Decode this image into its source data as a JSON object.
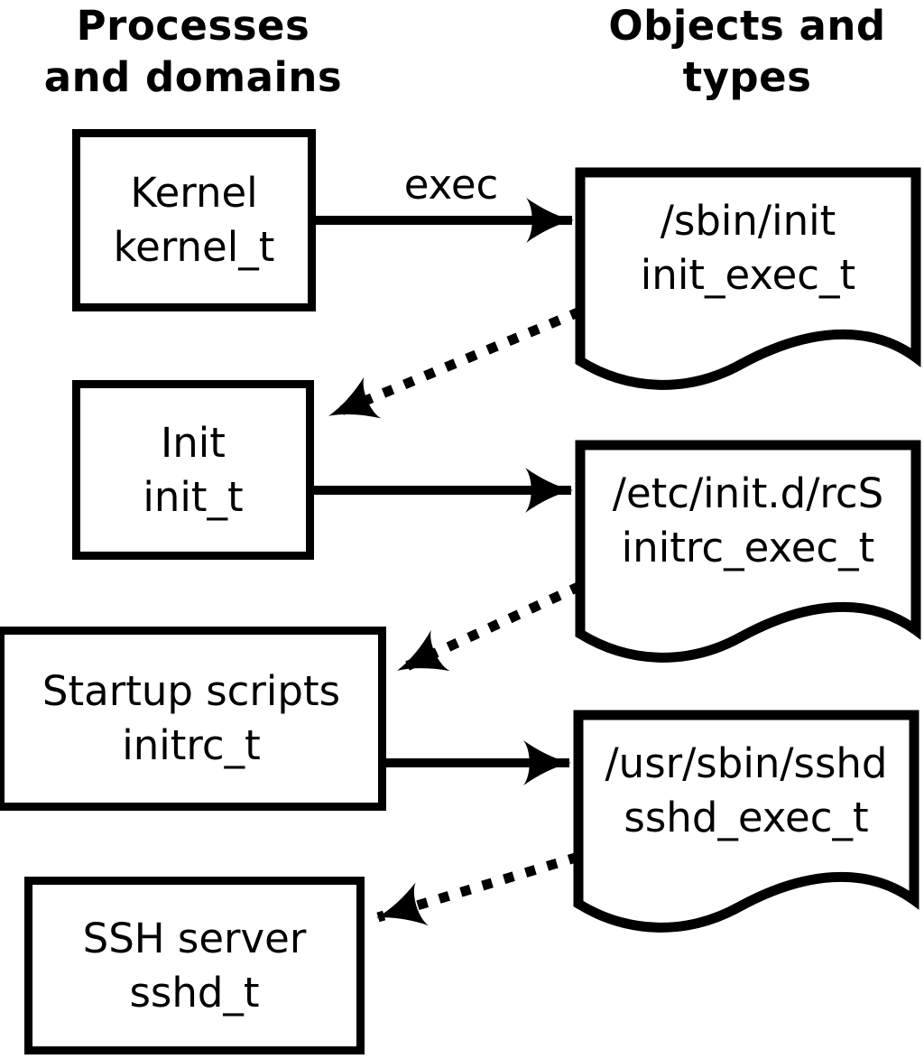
{
  "headings": {
    "left": {
      "line1": "Processes",
      "line2": "and domains"
    },
    "right": {
      "line1": "Objects and",
      "line2": "types"
    }
  },
  "process_boxes": [
    {
      "label": "Kernel",
      "domain": "kernel_t"
    },
    {
      "label": "Init",
      "domain": "init_t"
    },
    {
      "label": "Startup scripts",
      "domain": "initrc_t"
    },
    {
      "label": "SSH server",
      "domain": "sshd_t"
    }
  ],
  "object_docs": [
    {
      "path": "/sbin/init",
      "type": "init_exec_t"
    },
    {
      "path": "/etc/init.d/rcS",
      "type": "initrc_exec_t"
    },
    {
      "path": "/usr/sbin/sshd",
      "type": "sshd_exec_t"
    }
  ],
  "labels": {
    "exec": "exec"
  },
  "colors": {
    "foreground": "#000000",
    "background": "#ffffff"
  }
}
